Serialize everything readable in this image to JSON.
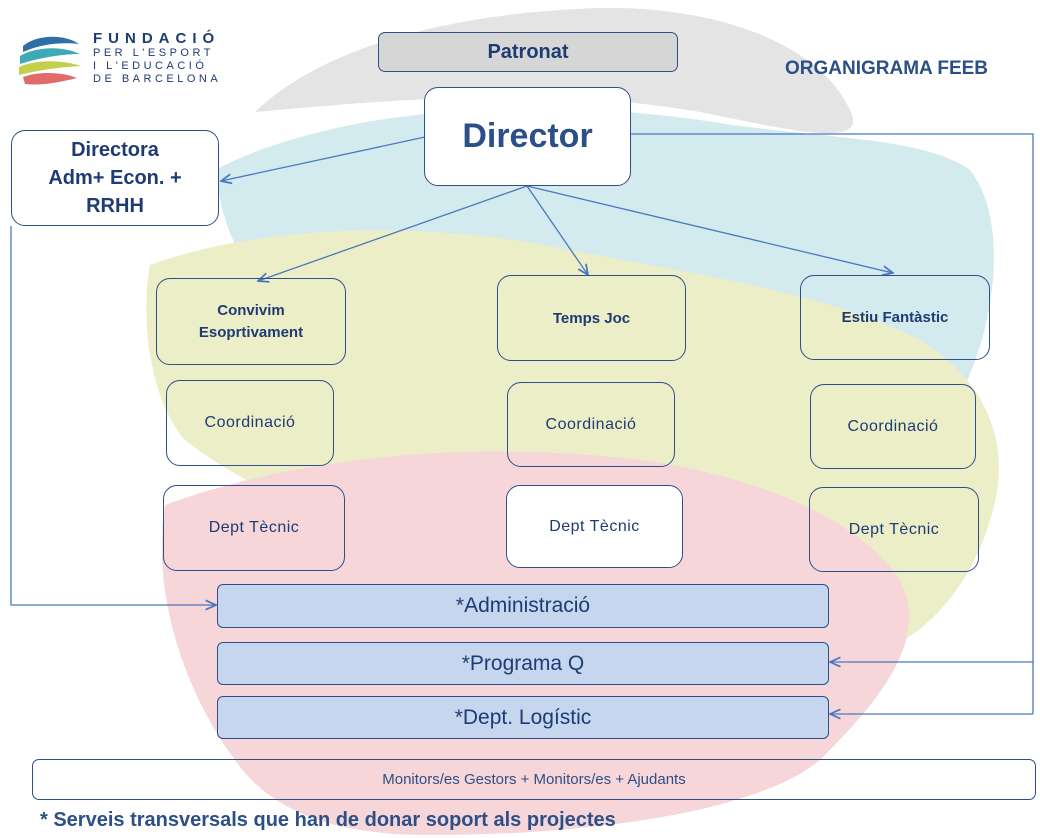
{
  "logo": {
    "line1": "FUNDACIÓ",
    "line2": "PER L'ESPORT",
    "line3": "I L'EDUCACIÓ",
    "line4": "DE BARCELONA"
  },
  "title": "ORGANIGRAMA FEEB",
  "nodes": {
    "patronat": "Patronat",
    "director": "Director",
    "directora_line1": "Directora",
    "directora_line2": "Adm+ Econ. +",
    "directora_line3": "RRHH",
    "project1_line1": "Convivim",
    "project1_line2": "Esoprtivament",
    "project2": "Temps Joc",
    "project3": "Estiu Fantàstic",
    "coordination": [
      "Coordinació",
      "Coordinació",
      "Coordinació"
    ],
    "tech_dept": [
      "Dept Tècnic",
      "Dept Tècnic",
      "Dept Tècnic"
    ]
  },
  "services": {
    "administration": "*Administració",
    "program_q": "*Programa Q",
    "logistics": "*Dept. Logístic"
  },
  "monitors": "Monitors/es Gestors + Monitors/es + Ajudants",
  "footnote": "* Serveis transversals que han de donar soport als projectes",
  "colors": {
    "line": "#4a78bf",
    "border": "#2e4f8a",
    "text": "#1f3b73",
    "service_fill": "#c5d6ee",
    "bg_gray": "#e4e4e4",
    "bg_teal": "#d3eaef",
    "bg_yellow": "#eceec7",
    "bg_pink": "#f6d6d8"
  }
}
